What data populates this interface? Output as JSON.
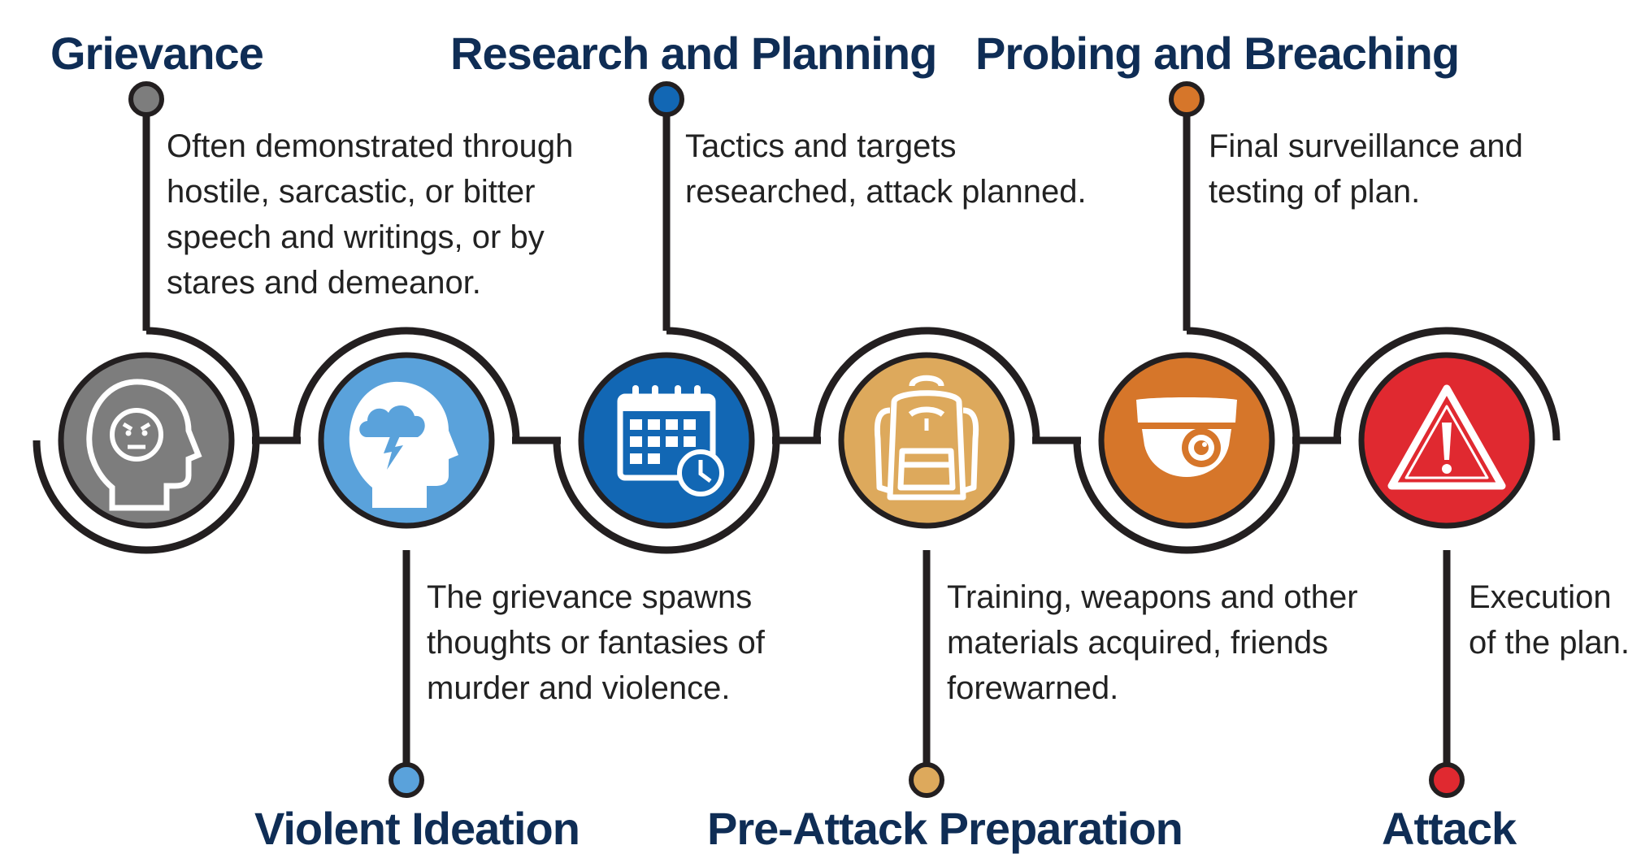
{
  "colors": {
    "line": "#231f20",
    "title": "#0f2d55",
    "grievance": "#7d7d7d",
    "violent_ideation": "#5aa2db",
    "research_planning": "#1267b4",
    "pre_attack": "#dda95c",
    "probing": "#d6762a",
    "attack": "#e02930"
  },
  "stages": [
    {
      "id": "grievance",
      "title": "Grievance",
      "icon": "angry-face-head-icon",
      "lines": [
        "Often demonstrated through",
        "hostile, sarcastic, or bitter",
        "speech and writings, or by",
        "stares and demeanor."
      ]
    },
    {
      "id": "violent-ideation",
      "title": "Violent Ideation",
      "icon": "storm-cloud-head-icon",
      "lines": [
        "The grievance spawns",
        "thoughts or fantasies of",
        "murder and violence."
      ]
    },
    {
      "id": "research-planning",
      "title": "Research and Planning",
      "icon": "calendar-clock-icon",
      "lines": [
        "Tactics and targets",
        "researched, attack planned."
      ]
    },
    {
      "id": "pre-attack-preparation",
      "title": "Pre-Attack Preparation",
      "icon": "backpack-icon",
      "lines": [
        "Training, weapons and other",
        "materials acquired, friends",
        "forewarned."
      ]
    },
    {
      "id": "probing-breaching",
      "title": "Probing and Breaching",
      "icon": "security-camera-icon",
      "lines": [
        "Final surveillance and",
        "testing of plan."
      ]
    },
    {
      "id": "attack",
      "title": "Attack",
      "icon": "warning-triangle-icon",
      "lines": [
        "Execution",
        "of the plan."
      ]
    }
  ]
}
